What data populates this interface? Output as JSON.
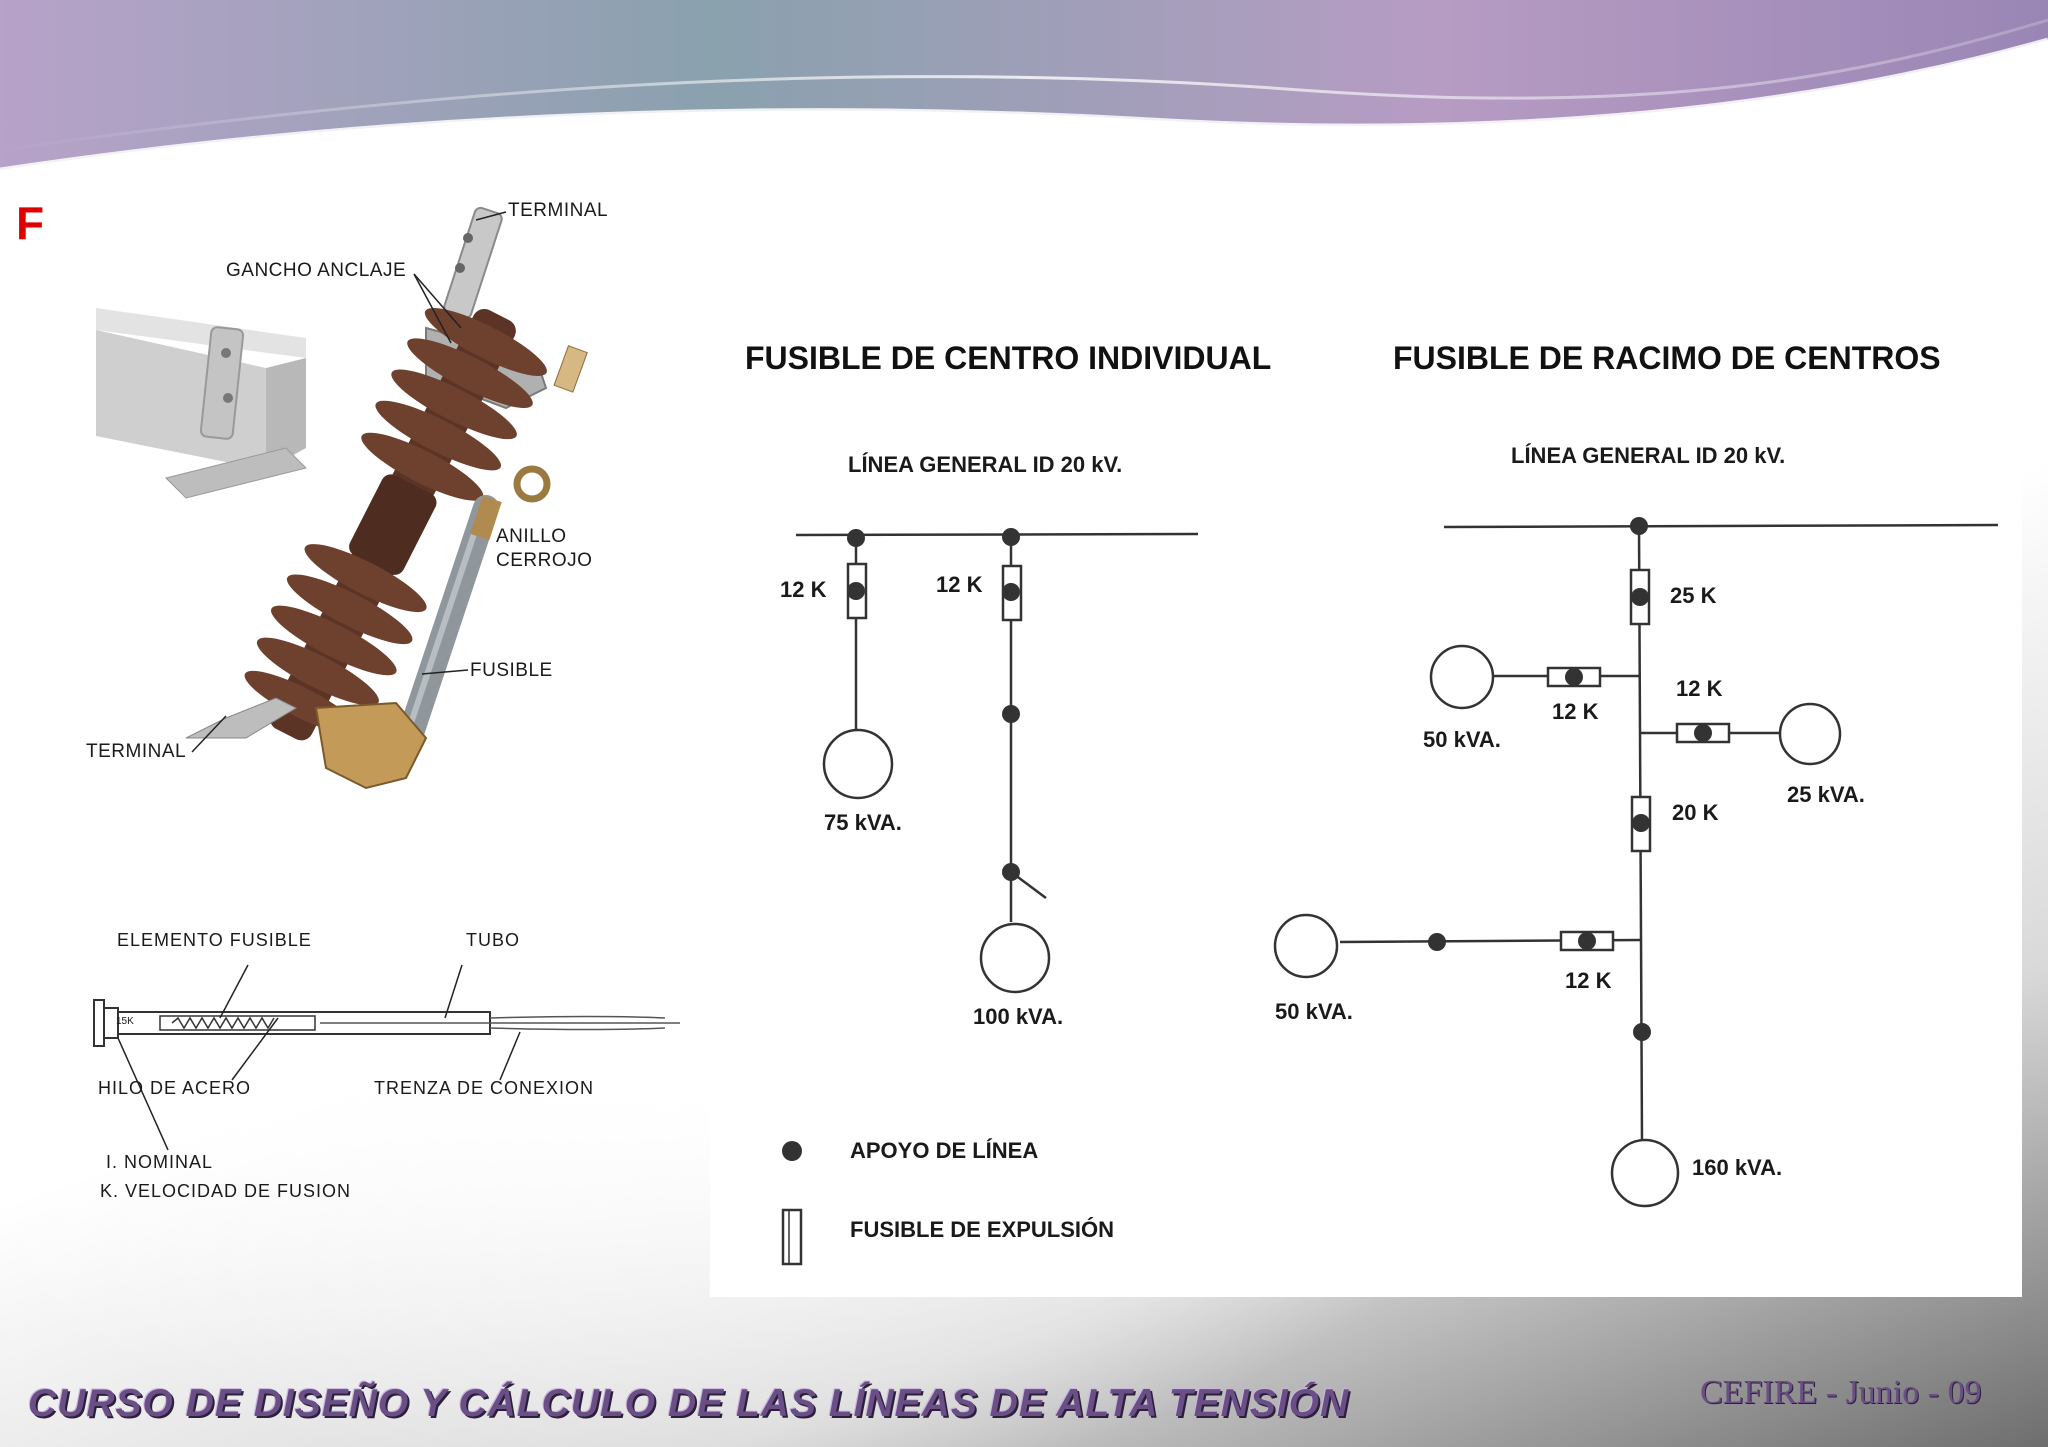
{
  "slide": {
    "title_fragment": "F",
    "footer_title": "CURSO DE DISEÑO Y CÁLCULO DE LAS LÍNEAS DE ALTA TENSIÓN",
    "footer_right": "CEFIRE - Junio - 09"
  },
  "cutout_photo": {
    "labels": {
      "terminal_top": "TERMINAL",
      "gancho": "GANCHO ANCLAJE",
      "anillo": "ANILLO",
      "cerrojo": "CERROJO",
      "fusible": "FUSIBLE",
      "terminal_bottom": "TERMINAL"
    }
  },
  "fuse_diagram": {
    "elemento": "ELEMENTO   FUSIBLE",
    "tubo": "TUBO",
    "rating_tag": "15K",
    "hilo": "HILO   DE    ACERO",
    "trenza": "TRENZA   DE   CONEXION",
    "nominal": "I.  NOMINAL",
    "velocidad": "K.  VELOCIDAD   DE   FUSION"
  },
  "individual": {
    "title": "FUSIBLE DE CENTRO INDIVIDUAL",
    "line_label": "LÍNEA GENERAL ID 20 kV.",
    "fuse1": "12 K",
    "fuse2": "12 K",
    "t1": "75 kVA.",
    "t2": "100 kVA."
  },
  "racimo": {
    "title": "FUSIBLE DE RACIMO DE CENTROS",
    "line_label": "LÍNEA GENERAL ID 20 kV.",
    "f_main": "25 K",
    "f_left1": "12 K",
    "f_right1": "12 K",
    "f_mid": "20 K",
    "f_left2": "12 K",
    "t_left1": "50 kVA.",
    "t_right1": "25 kVA.",
    "t_left2": "50 kVA.",
    "t_bottom": "160 kVA."
  },
  "legend": {
    "apoyo": "APOYO DE LÍNEA",
    "fusible": "FUSIBLE DE EXPULSIÓN"
  }
}
